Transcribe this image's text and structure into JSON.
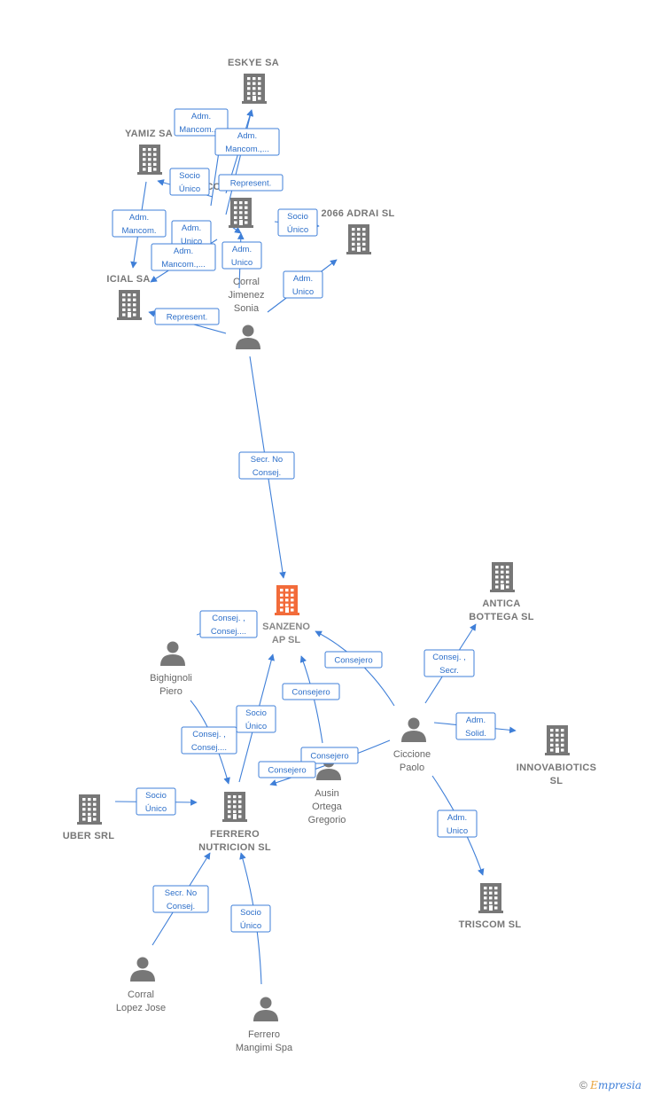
{
  "colors": {
    "edge": "#3f7fd8",
    "company": "#777777",
    "focus": "#f26b3a",
    "person": "#777777"
  },
  "nodes": [
    {
      "id": "eskye",
      "type": "company",
      "label": [
        "ESKYE SA"
      ]
    },
    {
      "id": "yamiz",
      "type": "company",
      "label": [
        "YAMIZ SA"
      ]
    },
    {
      "id": "co",
      "type": "company",
      "label": [
        "CO"
      ]
    },
    {
      "id": "adrai",
      "type": "company",
      "label": [
        "2066 ADRAI SL"
      ]
    },
    {
      "id": "icial",
      "type": "company",
      "label": [
        "ICIAL SA"
      ]
    },
    {
      "id": "corral_jimenez",
      "type": "person",
      "label": [
        "Corral",
        "Jimenez",
        "Sonia"
      ]
    },
    {
      "id": "sanzeno",
      "type": "focus",
      "label": [
        "SANZENO",
        "AP SL"
      ]
    },
    {
      "id": "antica",
      "type": "company",
      "label": [
        "ANTICA",
        "BOTTEGA SL"
      ]
    },
    {
      "id": "bighignoli",
      "type": "person",
      "label": [
        "Bighignoli",
        "Piero"
      ]
    },
    {
      "id": "ciccione",
      "type": "person",
      "label": [
        "Ciccione",
        "Paolo"
      ]
    },
    {
      "id": "innovabiotics",
      "type": "company",
      "label": [
        "INNOVABIOTICS",
        "SL"
      ]
    },
    {
      "id": "ausin",
      "type": "person",
      "label": [
        "Ausin",
        "Ortega",
        "Gregorio"
      ]
    },
    {
      "id": "uber",
      "type": "company",
      "label": [
        "UBER SRL"
      ]
    },
    {
      "id": "ferrero_nutricion",
      "type": "company",
      "label": [
        "FERRERO",
        "NUTRICION SL"
      ]
    },
    {
      "id": "triscom",
      "type": "company",
      "label": [
        "TRISCOM SL"
      ]
    },
    {
      "id": "corral_lopez",
      "type": "person",
      "label": [
        "Corral",
        "Lopez Jose"
      ]
    },
    {
      "id": "ferrero_mangimi",
      "type": "person",
      "label": [
        "Ferrero",
        "Mangimi Spa"
      ]
    }
  ],
  "edges": [
    {
      "id": "e1",
      "label": [
        "Adm.",
        "Mancom.,..."
      ]
    },
    {
      "id": "e2",
      "label": [
        "Adm.",
        "Mancom.,..."
      ]
    },
    {
      "id": "e3",
      "label": [
        "Represent."
      ]
    },
    {
      "id": "e4",
      "label": [
        "Socio",
        "Único"
      ]
    },
    {
      "id": "e5",
      "label": [
        "Adm.",
        "Unico"
      ]
    },
    {
      "id": "e6",
      "label": [
        "Socio",
        "Único"
      ]
    },
    {
      "id": "e7",
      "label": [
        "Adm.",
        "Mancom."
      ]
    },
    {
      "id": "e8",
      "label": [
        "Adm.",
        "Unico"
      ]
    },
    {
      "id": "e9",
      "label": [
        "Adm.",
        "Mancom.,..."
      ]
    },
    {
      "id": "e10",
      "label": [
        "Adm.",
        "Unico"
      ]
    },
    {
      "id": "e11",
      "label": [
        "Represent."
      ]
    },
    {
      "id": "e12",
      "label": [
        "Secr. No",
        "Consej."
      ]
    },
    {
      "id": "e13",
      "label": [
        "Consej. ,",
        "Consej...."
      ]
    },
    {
      "id": "e14",
      "label": [
        "Consejero"
      ]
    },
    {
      "id": "e15",
      "label": [
        "Consej. ,",
        "Secr."
      ]
    },
    {
      "id": "e16",
      "label": [
        "Consejero"
      ]
    },
    {
      "id": "e17",
      "label": [
        "Adm.",
        "Solid."
      ]
    },
    {
      "id": "e18",
      "label": [
        "Socio",
        "Único"
      ]
    },
    {
      "id": "e19",
      "label": [
        "Consej. ,",
        "Consej...."
      ]
    },
    {
      "id": "e20",
      "label": [
        "Consejero"
      ]
    },
    {
      "id": "e21",
      "label": [
        "Consejero"
      ]
    },
    {
      "id": "e22",
      "label": [
        "Socio",
        "Único"
      ]
    },
    {
      "id": "e23",
      "label": [
        "Adm.",
        "Unico"
      ]
    },
    {
      "id": "e24",
      "label": [
        "Secr. No",
        "Consej."
      ]
    },
    {
      "id": "e25",
      "label": [
        "Socio",
        "Único"
      ]
    }
  ],
  "brand": {
    "symbol": "©",
    "initial": "E",
    "rest": "mpresia"
  }
}
